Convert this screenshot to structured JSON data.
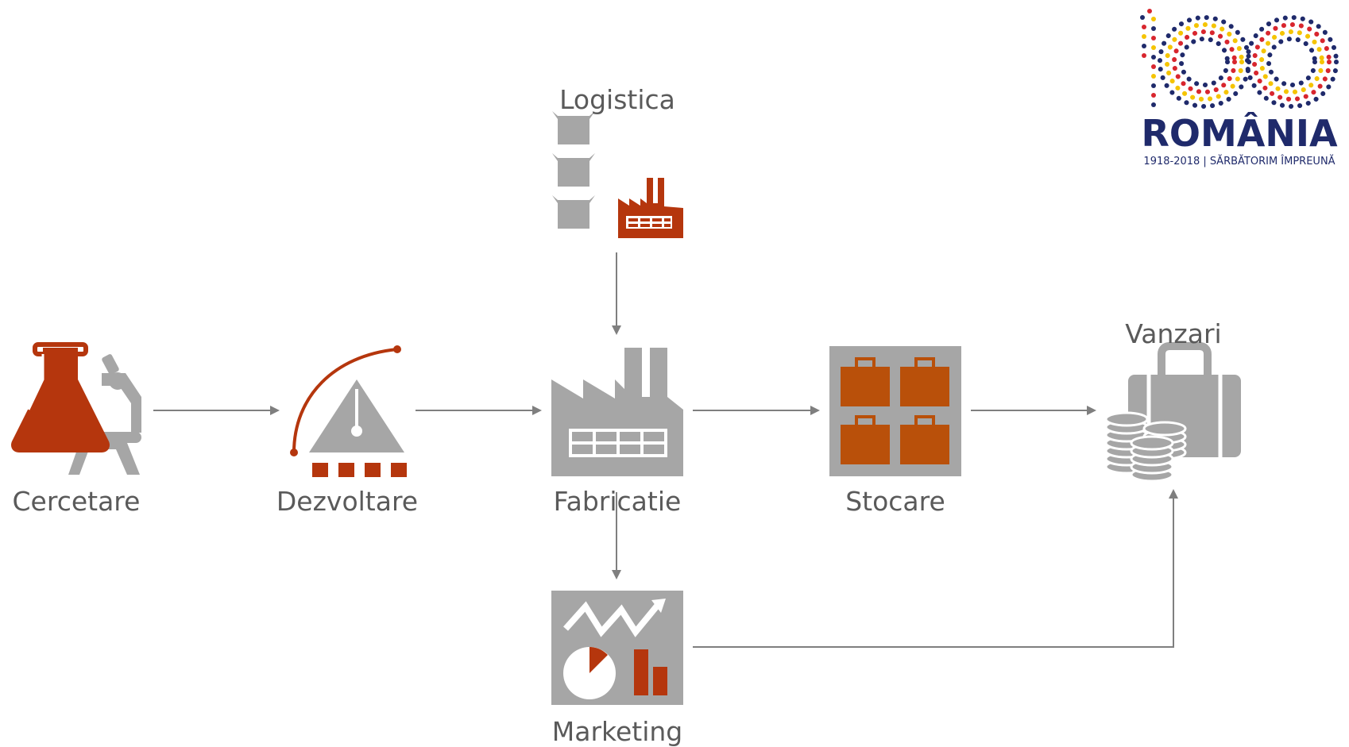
{
  "nodes": {
    "cercetare": "Cercetare",
    "dezvoltare": "Dezvoltare",
    "fabricatie": "Fabricatie",
    "stocare": "Stocare",
    "vanzari": "Vanzari",
    "logistica": "Logistica",
    "marketing": "Marketing"
  },
  "logo": {
    "number": "100",
    "country": "ROMÂNIA",
    "tagline": "1918-2018 | SĂRBĂTORIM ÎMPREUNĂ"
  },
  "colors": {
    "accent": "#b5360d",
    "orange": "#b9500a",
    "gray": "#a6a6a6",
    "arrow": "#7f7f7f",
    "label": "#5a5a5a",
    "logo_blue": "#1f2a6b",
    "logo_yellow": "#f5c400",
    "logo_red": "#d8262e"
  }
}
